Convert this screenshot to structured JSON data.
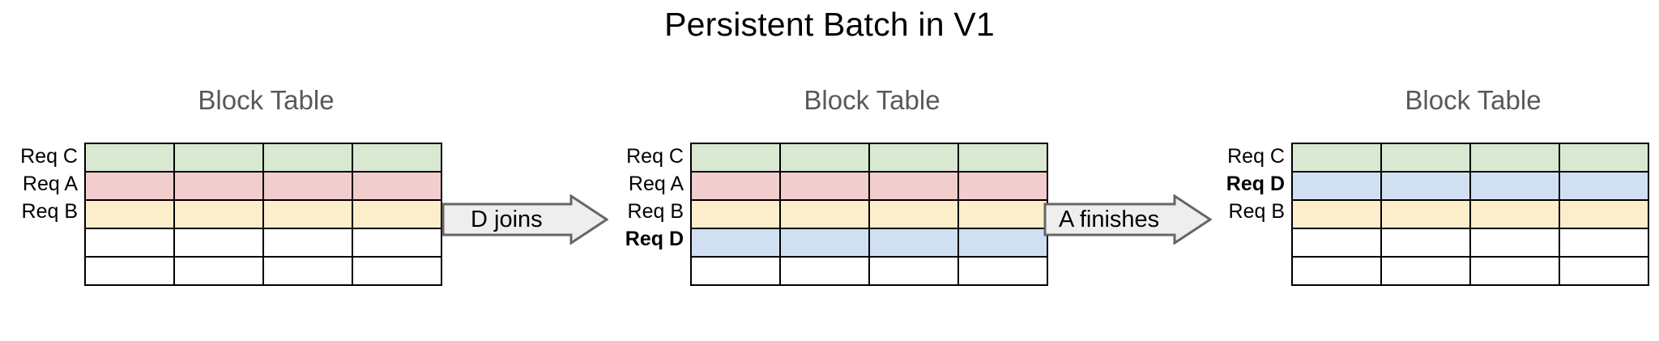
{
  "title": "Persistent Batch in V1",
  "colors": {
    "green": "#d9e8d1",
    "pink": "#f2cdcd",
    "yellow": "#fdeecb",
    "blue": "#d0e0f2",
    "white": "#ffffff",
    "grid_line": "#000000",
    "heading_gray": "#595959",
    "arrow_fill": "#eeeeee",
    "arrow_stroke": "#666666"
  },
  "stages": [
    {
      "heading": "Block Table",
      "columns": 4,
      "rows": [
        {
          "label": "Req C",
          "bold": false,
          "color": "#d9e8d1"
        },
        {
          "label": "Req A",
          "bold": false,
          "color": "#f2cdcd"
        },
        {
          "label": "Req B",
          "bold": false,
          "color": "#fdeecb"
        },
        {
          "label": "",
          "bold": false,
          "color": "#ffffff"
        },
        {
          "label": "",
          "bold": false,
          "color": "#ffffff"
        }
      ]
    },
    {
      "heading": "Block Table",
      "columns": 4,
      "rows": [
        {
          "label": "Req C",
          "bold": false,
          "color": "#d9e8d1"
        },
        {
          "label": "Req A",
          "bold": false,
          "color": "#f2cdcd"
        },
        {
          "label": "Req B",
          "bold": false,
          "color": "#fdeecb"
        },
        {
          "label": "Req D",
          "bold": true,
          "color": "#d0e0f2"
        },
        {
          "label": "",
          "bold": false,
          "color": "#ffffff"
        }
      ]
    },
    {
      "heading": "Block Table",
      "columns": 4,
      "rows": [
        {
          "label": "Req C",
          "bold": false,
          "color": "#d9e8d1"
        },
        {
          "label": "Req D",
          "bold": true,
          "color": "#d0e0f2"
        },
        {
          "label": "Req B",
          "bold": false,
          "color": "#fdeecb"
        },
        {
          "label": "",
          "bold": false,
          "color": "#ffffff"
        },
        {
          "label": "",
          "bold": false,
          "color": "#ffffff"
        }
      ]
    }
  ],
  "arrows": [
    {
      "label": "D joins",
      "icon": "block-arrow-right-icon"
    },
    {
      "label": "A finishes",
      "icon": "block-arrow-right-icon"
    }
  ]
}
